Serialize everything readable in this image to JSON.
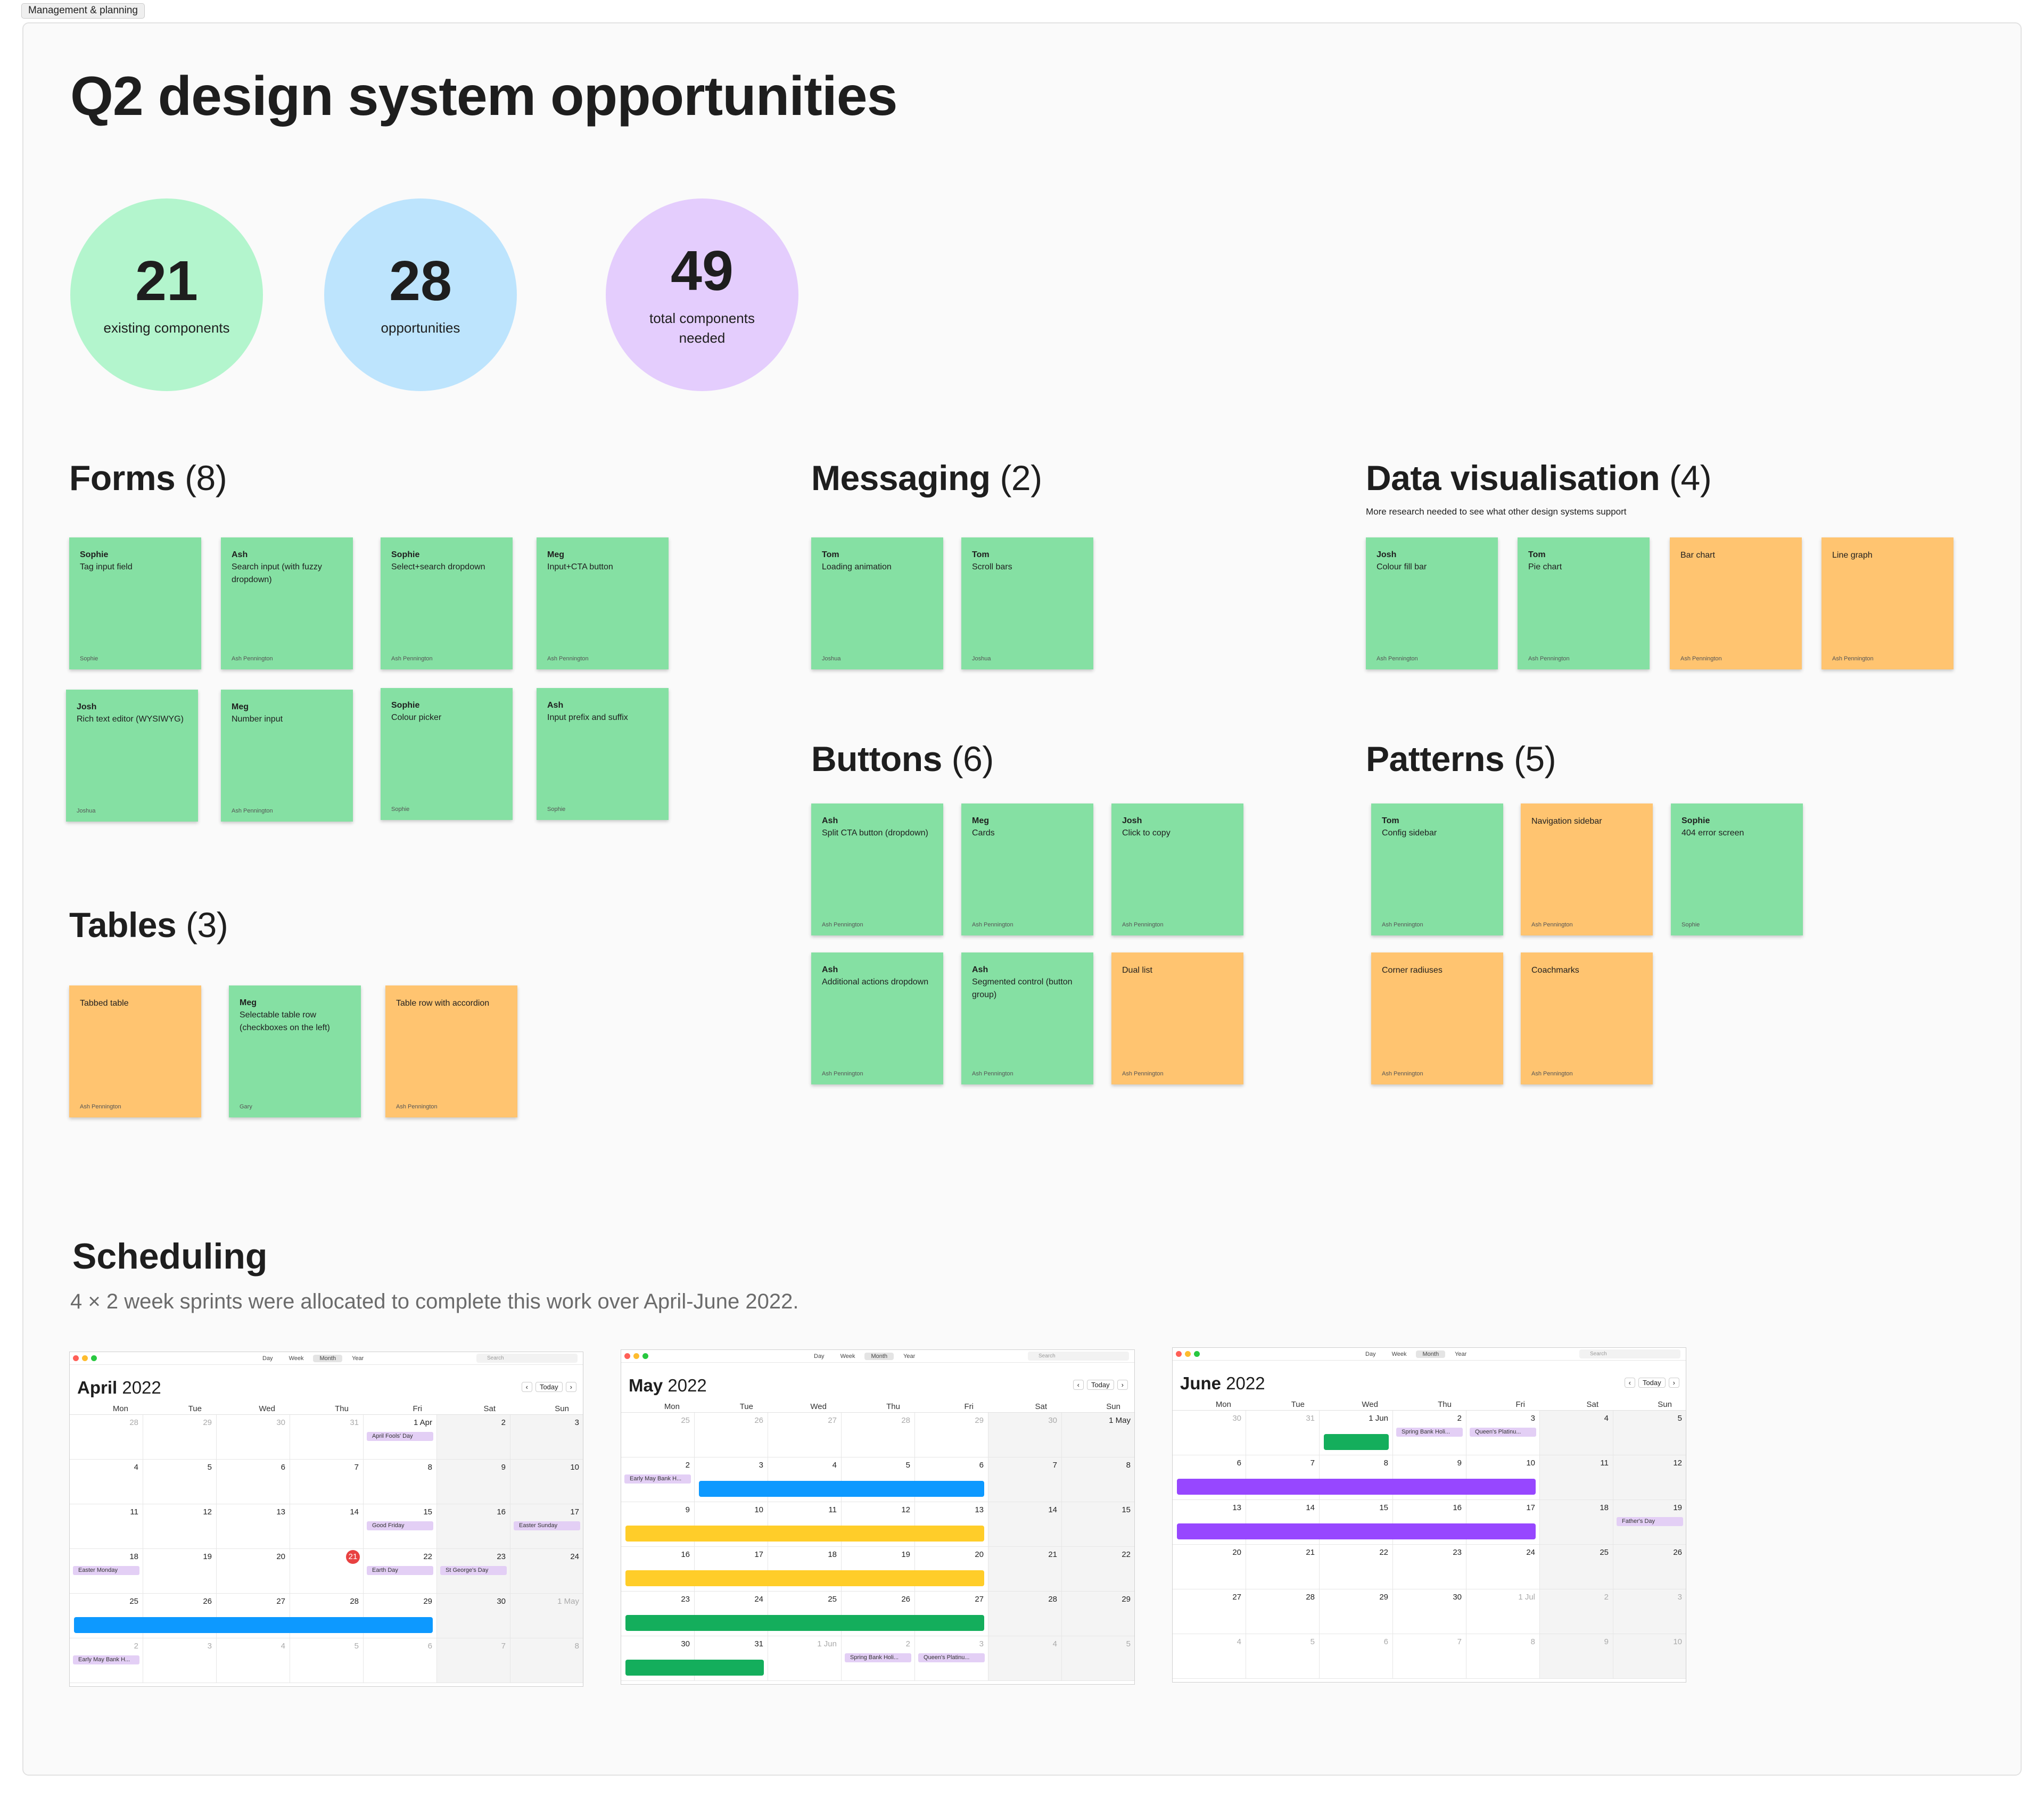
{
  "tag": "Management & planning",
  "title": "Q2 design system opportunities",
  "stats": [
    {
      "num": "21",
      "label": "existing components",
      "color": "#b3f5cd"
    },
    {
      "num": "28",
      "label": "opportunities",
      "color": "#bde4fd"
    },
    {
      "num": "49",
      "label": "total components needed",
      "color": "#e4cdfd"
    }
  ],
  "sections": {
    "forms": {
      "name": "Forms",
      "count": "(8)"
    },
    "messaging": {
      "name": "Messaging",
      "count": "(2)"
    },
    "dataviz": {
      "name": "Data visualisation",
      "count": "(4)",
      "note": "More research needed to see what other design systems support"
    },
    "tables": {
      "name": "Tables",
      "count": "(3)"
    },
    "buttons": {
      "name": "Buttons",
      "count": "(6)"
    },
    "patterns": {
      "name": "Patterns",
      "count": "(5)"
    }
  },
  "stickies": {
    "forms": [
      {
        "owner": "Sophie",
        "text": "Tag input field",
        "footer": "Sophie",
        "color": "g"
      },
      {
        "owner": "Ash",
        "text": "Search input (with fuzzy dropdown)",
        "footer": "Ash Pennington",
        "color": "g"
      },
      {
        "owner": "Sophie",
        "text": "Select+search dropdown",
        "footer": "Ash Pennington",
        "color": "g"
      },
      {
        "owner": "Meg",
        "text": "Input+CTA button",
        "footer": "Ash Pennington",
        "color": "g"
      },
      {
        "owner": "Josh",
        "text": "Rich text editor (WYSIWYG)",
        "footer": "Joshua",
        "color": "g"
      },
      {
        "owner": "Meg",
        "text": "Number input",
        "footer": "Ash Pennington",
        "color": "g"
      },
      {
        "owner": "Sophie",
        "text": "Colour picker",
        "footer": "Sophie",
        "color": "g"
      },
      {
        "owner": "Ash",
        "text": "Input prefix and suffix",
        "footer": "Sophie",
        "color": "g"
      }
    ],
    "messaging": [
      {
        "owner": "Tom",
        "text": "Loading animation",
        "footer": "Joshua",
        "color": "g"
      },
      {
        "owner": "Tom",
        "text": "Scroll bars",
        "footer": "Joshua",
        "color": "g"
      }
    ],
    "dataviz": [
      {
        "owner": "Josh",
        "text": "Colour fill bar",
        "footer": "Ash Pennington",
        "color": "g"
      },
      {
        "owner": "Tom",
        "text": "Pie chart",
        "footer": "Ash Pennington",
        "color": "g"
      },
      {
        "owner": "",
        "text": "Bar chart",
        "footer": "Ash Pennington",
        "color": "o"
      },
      {
        "owner": "",
        "text": "Line graph",
        "footer": "Ash Pennington",
        "color": "o"
      }
    ],
    "tables": [
      {
        "owner": "",
        "text": "Tabbed table",
        "footer": "Ash Pennington",
        "color": "o"
      },
      {
        "owner": "Meg",
        "text": "Selectable table row (checkboxes on the left)",
        "footer": "Gary",
        "color": "g"
      },
      {
        "owner": "",
        "text": "Table row with accordion",
        "footer": "Ash Pennington",
        "color": "o"
      }
    ],
    "buttons": [
      {
        "owner": "Ash",
        "text": "Split CTA button (dropdown)",
        "footer": "Ash Pennington",
        "color": "g"
      },
      {
        "owner": "Meg",
        "text": "Cards",
        "footer": "Ash Pennington",
        "color": "g"
      },
      {
        "owner": "Josh",
        "text": "Click to copy",
        "footer": "Ash Pennington",
        "color": "g"
      },
      {
        "owner": "Ash",
        "text": "Additional actions dropdown",
        "footer": "Ash Pennington",
        "color": "g"
      },
      {
        "owner": "Ash",
        "text": "Segmented control (button group)",
        "footer": "Ash Pennington",
        "color": "g"
      },
      {
        "owner": "",
        "text": "Dual list",
        "footer": "Ash Pennington",
        "color": "o"
      }
    ],
    "patterns": [
      {
        "owner": "Tom",
        "text": "Config sidebar",
        "footer": "Ash Pennington",
        "color": "g"
      },
      {
        "owner": "",
        "text": "Navigation sidebar",
        "footer": "Ash Pennington",
        "color": "o"
      },
      {
        "owner": "Sophie",
        "text": "404 error screen",
        "footer": "Sophie",
        "color": "g"
      },
      {
        "owner": "",
        "text": "Corner radiuses",
        "footer": "Ash Pennington",
        "color": "o"
      },
      {
        "owner": "",
        "text": "Coachmarks",
        "footer": "Ash Pennington",
        "color": "o"
      }
    ]
  },
  "scheduling": {
    "title": "Scheduling",
    "desc": "4 × 2 week sprints were allocated to complete this work over April-June 2022."
  },
  "calendar_ui": {
    "views": [
      "Day",
      "Week",
      "Month",
      "Year"
    ],
    "active_view": "Month",
    "search_placeholder": "Search",
    "today_label": "Today",
    "prev": "‹",
    "next": "›",
    "dows": [
      "Mon",
      "Tue",
      "Wed",
      "Thu",
      "Fri",
      "Sat",
      "Sun"
    ]
  },
  "calendars": [
    {
      "month": "April",
      "year": "2022",
      "weeks": [
        [
          "28",
          "29",
          "30",
          "31",
          "1 Apr",
          "2",
          "3"
        ],
        [
          "4",
          "5",
          "6",
          "7",
          "8",
          "9",
          "10"
        ],
        [
          "11",
          "12",
          "13",
          "14",
          "15",
          "16",
          "17"
        ],
        [
          "18",
          "19",
          "20",
          "21",
          "22",
          "23",
          "24"
        ],
        [
          "25",
          "26",
          "27",
          "28",
          "29",
          "30",
          "1 May"
        ],
        [
          "2",
          "3",
          "4",
          "5",
          "6",
          "7",
          "8"
        ]
      ],
      "dim": [
        [
          0,
          0
        ],
        [
          0,
          1
        ],
        [
          0,
          2
        ],
        [
          0,
          3
        ],
        [
          4,
          6
        ],
        [
          5,
          0
        ],
        [
          5,
          1
        ],
        [
          5,
          2
        ],
        [
          5,
          3
        ],
        [
          5,
          4
        ],
        [
          5,
          5
        ],
        [
          5,
          6
        ]
      ],
      "today": [
        3,
        3
      ],
      "events": [
        {
          "w": 0,
          "d": 4,
          "label": "April Fools' Day"
        },
        {
          "w": 2,
          "d": 4,
          "label": "Good Friday"
        },
        {
          "w": 2,
          "d": 6,
          "label": "Easter Sunday"
        },
        {
          "w": 3,
          "d": 0,
          "label": "Easter Monday"
        },
        {
          "w": 3,
          "d": 4,
          "label": "Earth Day"
        },
        {
          "w": 3,
          "d": 5,
          "label": "St George's Day"
        },
        {
          "w": 5,
          "d": 0,
          "label": "Early May Bank H..."
        }
      ],
      "sprints": [
        {
          "w": 4,
          "from": 0,
          "to": 4,
          "color": "#0d99ff"
        }
      ]
    },
    {
      "month": "May",
      "year": "2022",
      "weeks": [
        [
          "25",
          "26",
          "27",
          "28",
          "29",
          "30",
          "1 May"
        ],
        [
          "2",
          "3",
          "4",
          "5",
          "6",
          "7",
          "8"
        ],
        [
          "9",
          "10",
          "11",
          "12",
          "13",
          "14",
          "15"
        ],
        [
          "16",
          "17",
          "18",
          "19",
          "20",
          "21",
          "22"
        ],
        [
          "23",
          "24",
          "25",
          "26",
          "27",
          "28",
          "29"
        ],
        [
          "30",
          "31",
          "1 Jun",
          "2",
          "3",
          "4",
          "5"
        ]
      ],
      "dim": [
        [
          0,
          0
        ],
        [
          0,
          1
        ],
        [
          0,
          2
        ],
        [
          0,
          3
        ],
        [
          0,
          4
        ],
        [
          0,
          5
        ],
        [
          5,
          2
        ],
        [
          5,
          3
        ],
        [
          5,
          4
        ],
        [
          5,
          5
        ],
        [
          5,
          6
        ]
      ],
      "today": null,
      "events": [
        {
          "w": 1,
          "d": 0,
          "label": "Early May Bank H..."
        },
        {
          "w": 5,
          "d": 3,
          "label": "Spring Bank Holi..."
        },
        {
          "w": 5,
          "d": 4,
          "label": "Queen's Platinu..."
        }
      ],
      "sprints": [
        {
          "w": 1,
          "from": 1,
          "to": 4,
          "color": "#0d99ff"
        },
        {
          "w": 2,
          "from": 0,
          "to": 4,
          "color": "#ffcd29"
        },
        {
          "w": 3,
          "from": 0,
          "to": 4,
          "color": "#ffcd29"
        },
        {
          "w": 4,
          "from": 0,
          "to": 4,
          "color": "#14ae5c"
        },
        {
          "w": 5,
          "from": 0,
          "to": 1,
          "color": "#14ae5c"
        }
      ]
    },
    {
      "month": "June",
      "year": "2022",
      "weeks": [
        [
          "30",
          "31",
          "1 Jun",
          "2",
          "3",
          "4",
          "5"
        ],
        [
          "6",
          "7",
          "8",
          "9",
          "10",
          "11",
          "12"
        ],
        [
          "13",
          "14",
          "15",
          "16",
          "17",
          "18",
          "19"
        ],
        [
          "20",
          "21",
          "22",
          "23",
          "24",
          "25",
          "26"
        ],
        [
          "27",
          "28",
          "29",
          "30",
          "1 Jul",
          "2",
          "3"
        ],
        [
          "4",
          "5",
          "6",
          "7",
          "8",
          "9",
          "10"
        ]
      ],
      "dim": [
        [
          0,
          0
        ],
        [
          0,
          1
        ],
        [
          4,
          4
        ],
        [
          4,
          5
        ],
        [
          4,
          6
        ],
        [
          5,
          0
        ],
        [
          5,
          1
        ],
        [
          5,
          2
        ],
        [
          5,
          3
        ],
        [
          5,
          4
        ],
        [
          5,
          5
        ],
        [
          5,
          6
        ]
      ],
      "today": null,
      "events": [
        {
          "w": 0,
          "d": 3,
          "label": "Spring Bank Holi..."
        },
        {
          "w": 0,
          "d": 4,
          "label": "Queen's Platinu..."
        },
        {
          "w": 2,
          "d": 6,
          "label": "Father's Day"
        }
      ],
      "sprints": [
        {
          "w": 0,
          "from": 2,
          "to": 2,
          "color": "#14ae5c"
        },
        {
          "w": 1,
          "from": 0,
          "to": 4,
          "color": "#9747ff"
        },
        {
          "w": 2,
          "from": 0,
          "to": 4,
          "color": "#9747ff"
        }
      ]
    }
  ]
}
